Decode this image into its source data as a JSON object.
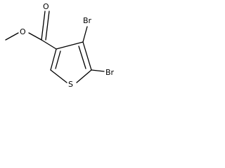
{
  "molecule": {
    "atoms": {
      "o_carbonyl": "O",
      "o_ester": "O",
      "br_4": "Br",
      "br_5": "Br",
      "s_ring": "S"
    },
    "colors": {
      "bond": "#000000",
      "label": "#000000",
      "background": "#ffffff"
    }
  }
}
